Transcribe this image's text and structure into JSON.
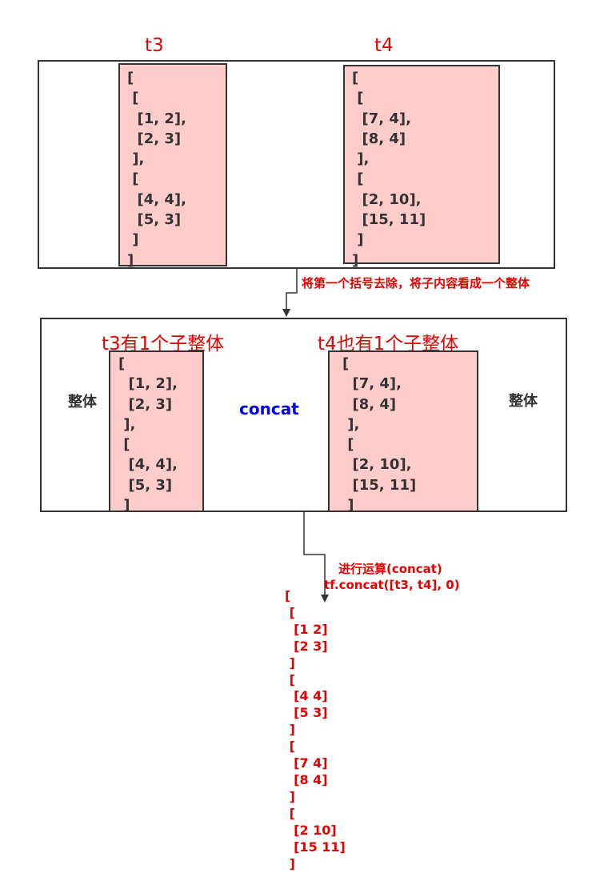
{
  "top_section": {
    "t3_title": "t3",
    "t4_title": "t4",
    "t3_code": "[\n [\n  [1, 2],\n  [2, 3]\n ],\n [\n  [4, 4],\n  [5, 3]\n ]\n]",
    "t4_code": "[\n [\n  [7, 4],\n  [8, 4]\n ],\n [\n  [2, 10],\n  [15, 11]\n ]\n]"
  },
  "step1_note": "将第一个括号去除，将子内容看成一个整体",
  "middle_section": {
    "t3_title": "t3有1个子整体",
    "t4_title": "t4也有1个子整体",
    "t3_code": "[\n  [1, 2],\n  [2, 3]\n ],\n [\n  [4, 4],\n  [5, 3]\n ]",
    "t4_code": "[\n  [7, 4],\n  [8, 4]\n ],\n [\n  [2, 10],\n  [15, 11]\n ]",
    "left_label": "整体",
    "right_label": "整体",
    "arrow_label": "concat"
  },
  "step2_note": {
    "line1": "进行运算(concat)",
    "line2": "tf.concat([t3, t4], 0)"
  },
  "result_code": "[\n [\n  [1 2]\n  [2 3]\n ]\n [\n  [4 4]\n  [5 3]\n ]\n [\n  [7 4]\n  [8 4]\n ]\n [\n  [2 10]\n  [15 11]\n ]"
}
